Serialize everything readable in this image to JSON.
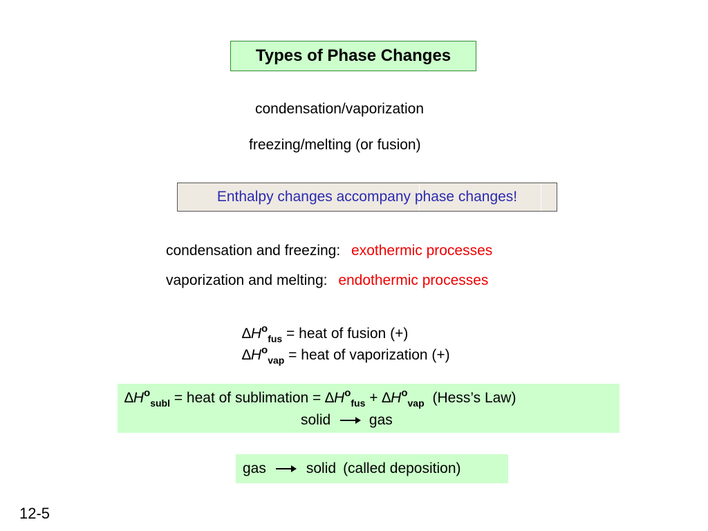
{
  "title": "Types of Phase Changes",
  "phase_pairs": [
    "condensation/vaporization",
    "freezing/melting (or fusion)"
  ],
  "enthalpy_note": "Enthalpy changes accompany phase changes!",
  "process_lines": [
    {
      "label": "condensation and freezing:",
      "type": "exothermic processes"
    },
    {
      "label": "vaporization and melting:",
      "type": "endothermic processes"
    }
  ],
  "symbols": {
    "delta": "∆",
    "H": "H",
    "degree": "o"
  },
  "definitions": [
    {
      "sub": "fus",
      "text": "= heat of fusion (+)"
    },
    {
      "sub": "vap",
      "text": "= heat of vaporization (+)"
    }
  ],
  "hess": {
    "sub1": "subl",
    "text1": "= heat of sublimation =",
    "sub2": "fus",
    "plus": "+",
    "sub3": "vap",
    "law": "(Hess’s Law)",
    "from": "solid",
    "to": "gas"
  },
  "deposition": {
    "from": "gas",
    "to": "solid",
    "note": "(called deposition)"
  },
  "slide_number": "12-5",
  "colors": {
    "green_box": "#ccffcc",
    "enthalpy_box": "#eee9e1",
    "blue_text": "#2b2bb0",
    "red_text": "#ee0000"
  }
}
